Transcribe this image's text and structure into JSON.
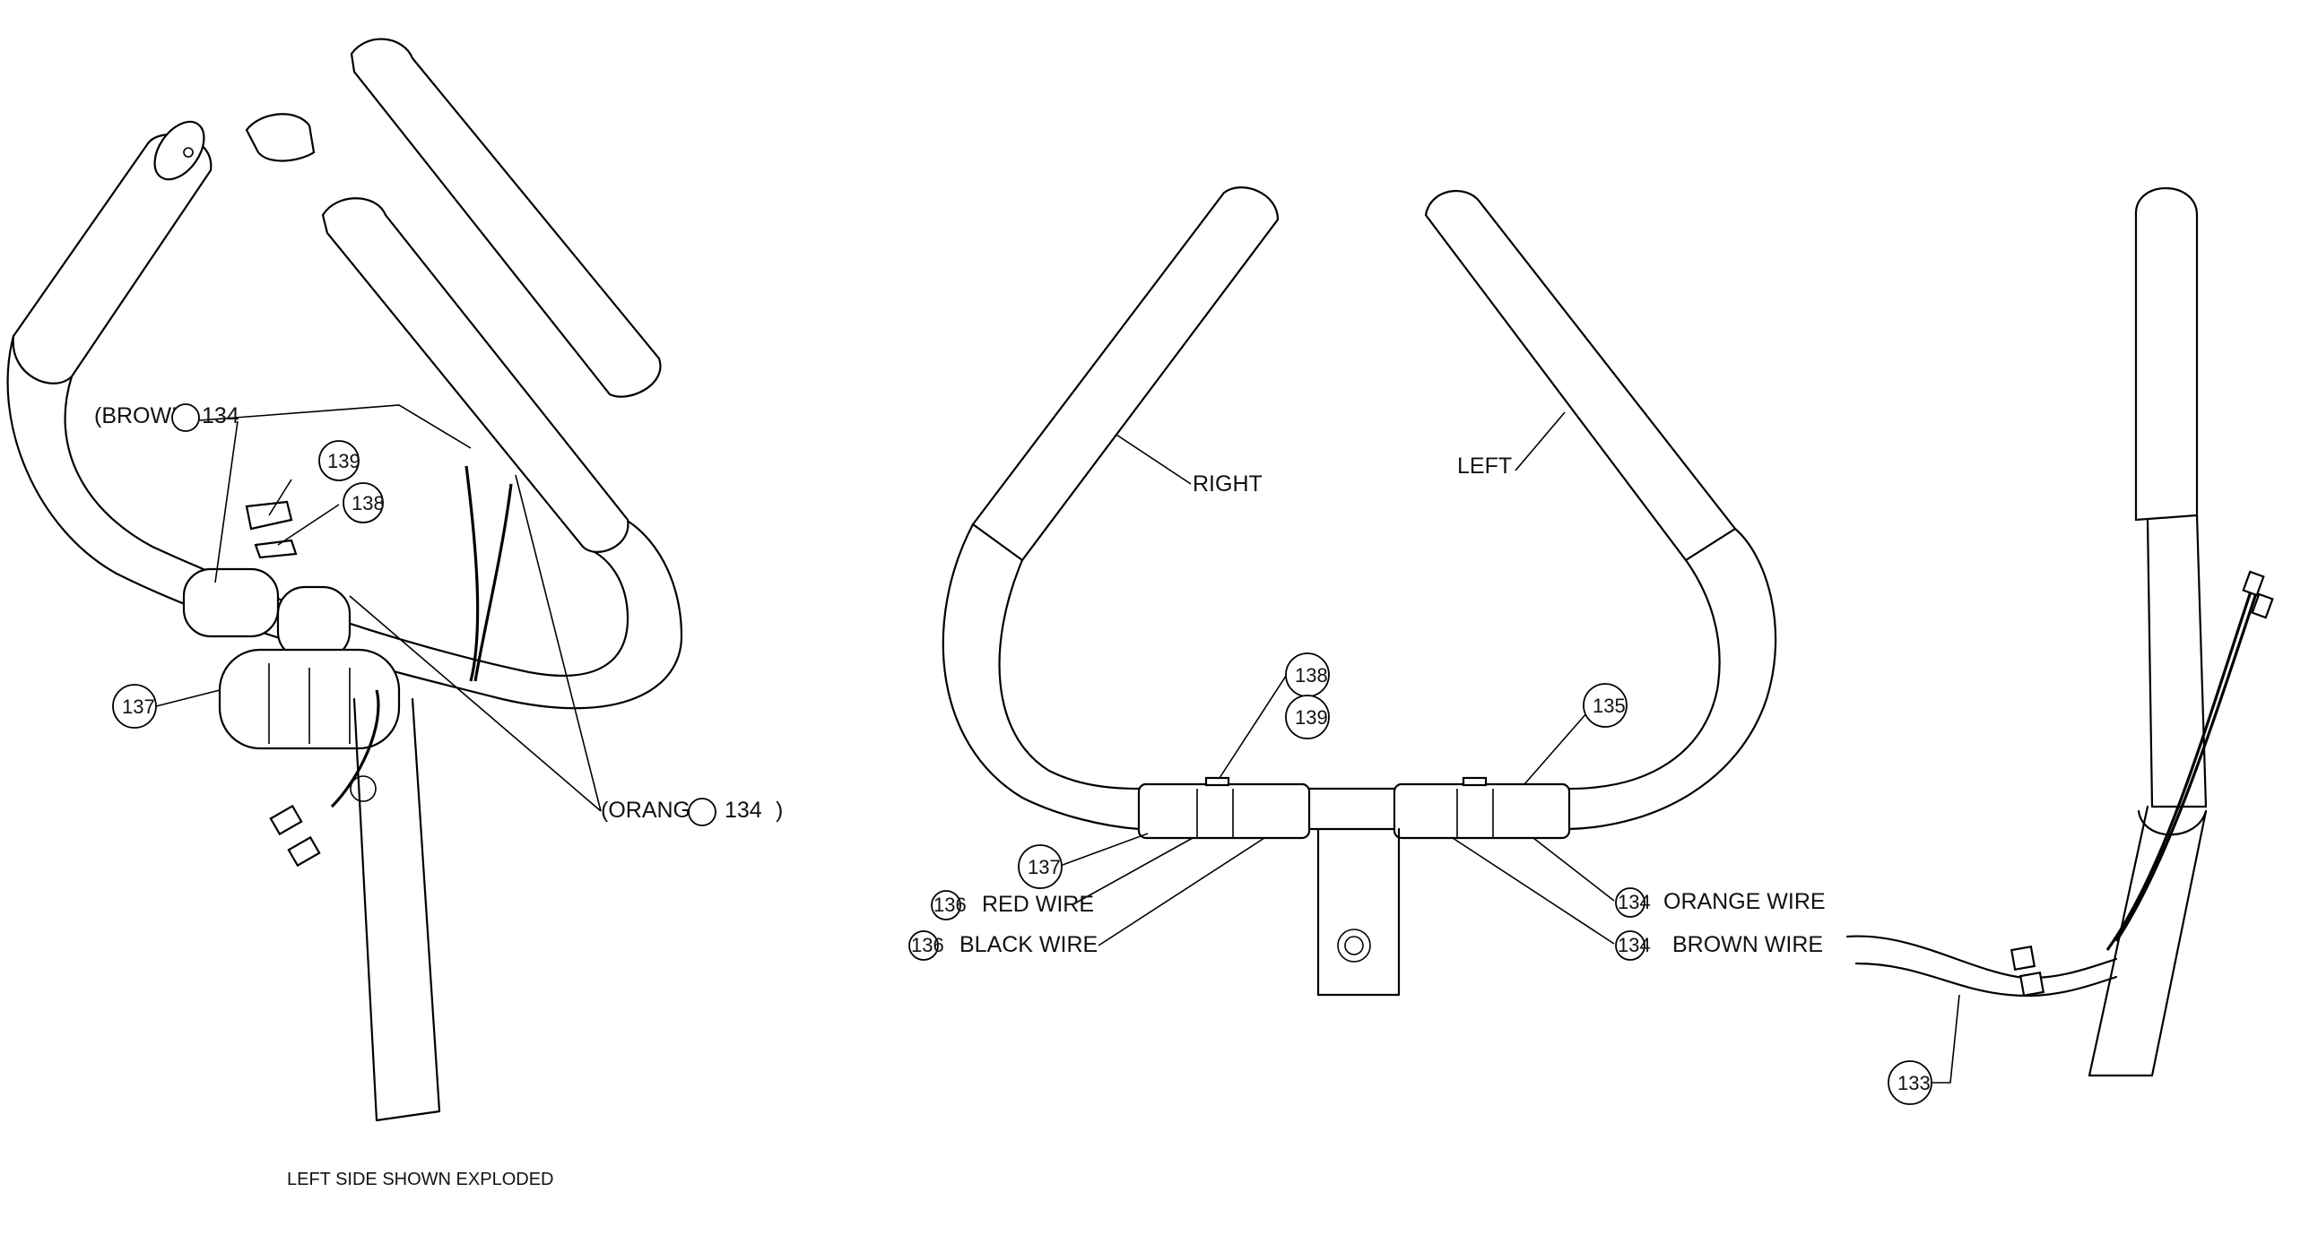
{
  "diagram": {
    "exploded_view": {
      "brown_label": "(BROWN",
      "brown_part": "134",
      "orange_label": "(ORANGE",
      "orange_part": "134",
      "orange_close": ")",
      "callouts": [
        "139",
        "138",
        "137"
      ],
      "caption": "LEFT SIDE SHOWN EXPLODED"
    },
    "front_view": {
      "right_label": "RIGHT",
      "left_label": "LEFT",
      "callouts": [
        "138",
        "139",
        "135",
        "137"
      ],
      "wires": [
        {
          "part": "136",
          "label": "RED WIRE"
        },
        {
          "part": "136",
          "label": "BLACK WIRE"
        },
        {
          "part": "134",
          "label": "ORANGE WIRE"
        },
        {
          "part": "134",
          "label": "BROWN WIRE"
        }
      ]
    },
    "side_view": {
      "callout": "133"
    }
  }
}
